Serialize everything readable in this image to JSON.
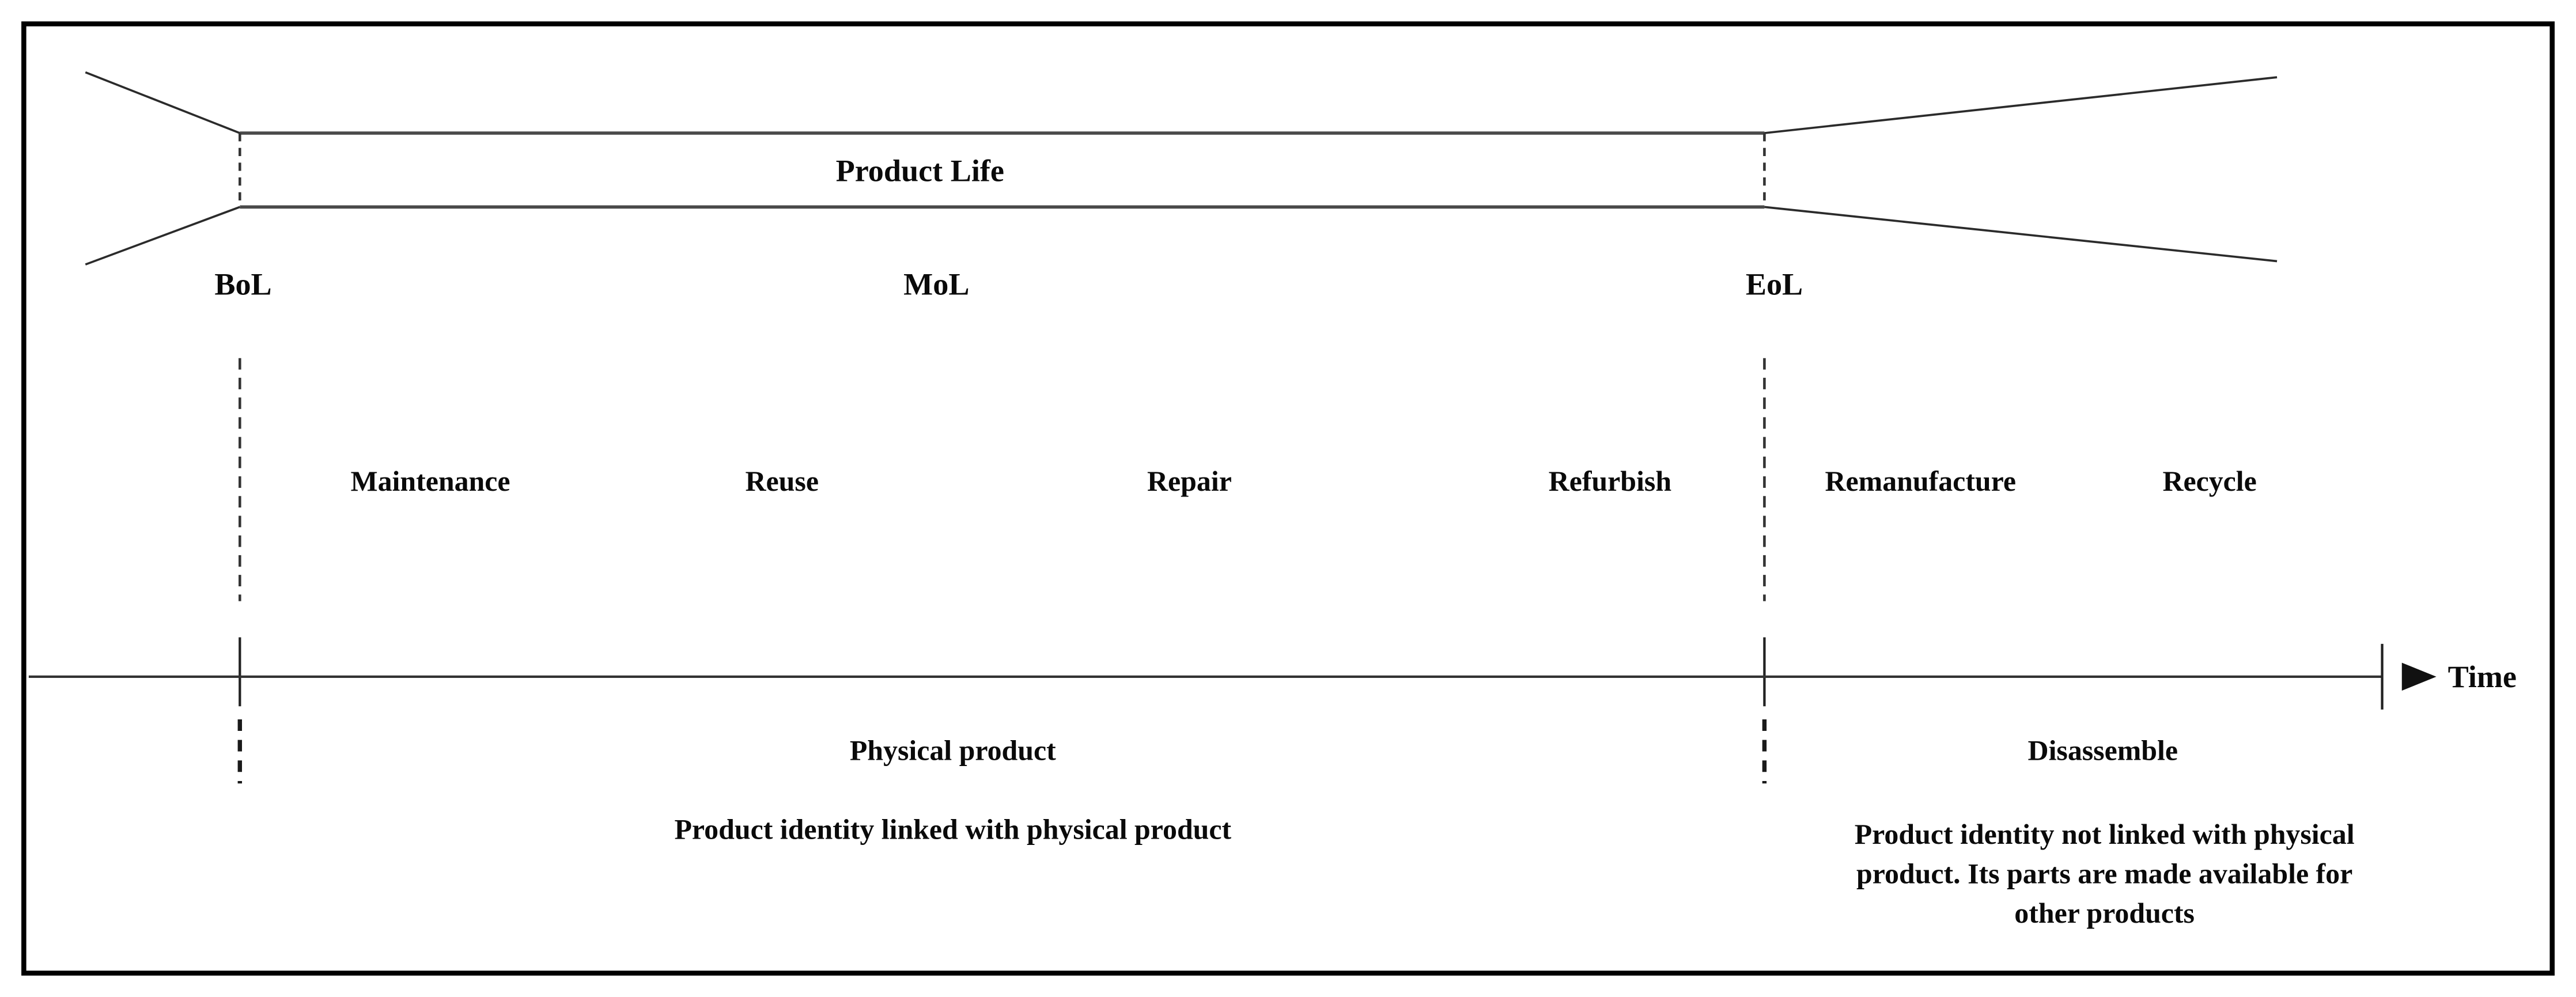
{
  "figure": {
    "product_life_label": "Product Life",
    "phases": {
      "bol": "BoL",
      "mol": "MoL",
      "eol": "EoL"
    },
    "strategies": [
      "Maintenance",
      "Reuse",
      "Repair",
      "Refurbish",
      "Remanufacture",
      "Recycle"
    ],
    "axis": {
      "label": "Time"
    },
    "mol_zone": {
      "physical_label": "Physical product",
      "identity_label": "Product identity linked with physical product"
    },
    "eol_zone": {
      "physical_label": "Disassemble",
      "identity_lines": [
        "Product identity not linked with physical",
        "product. Its parts are made available for",
        "other products"
      ]
    },
    "colors": {
      "background": "#ffffff",
      "line": "#2b2b2b",
      "text": "#0a0a0a",
      "border": "#000000"
    }
  }
}
